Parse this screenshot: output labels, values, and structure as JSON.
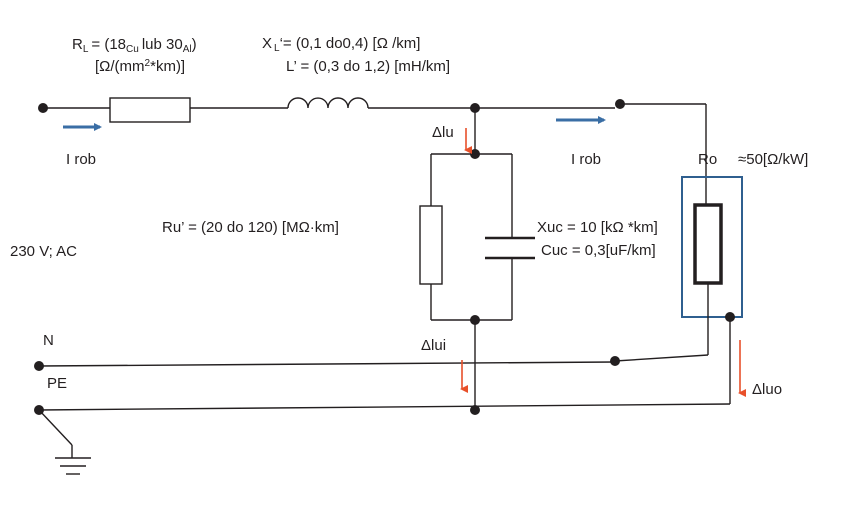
{
  "labels": {
    "rl_prefix": "R",
    "rl_sub": "L",
    "rl_mid": "= (18",
    "rl_cu": "Cu",
    "rl_lub": "lub 30",
    "rl_al": "Al",
    "rl_close": ")",
    "rl_unit_a": "[Ω/(mm",
    "rl_unit_sup": "2",
    "rl_unit_b": "*km)]",
    "xl_prefix": "X",
    "xl_sub": "L",
    "xl_rest": "‘= (0,1 do0,4) [Ω /km]",
    "lprime": "L’ = (0,3 do 1,2) [mH/km]",
    "irob_left": "I rob",
    "irob_right": "I rob",
    "delta_iu": "Δlu",
    "delta_iui": "Δlui",
    "delta_iuo": "Δluo",
    "ro": "Ro",
    "ro_value": "≈50[Ω/kW]",
    "ru": "Ru’ = (20 do 120)  [MΩ·km]",
    "xuc": "Xuc = 10 [kΩ *km]",
    "cuc": "Cuc = 0,3[uF/km]",
    "voltage": "230 V; AC",
    "n": "N",
    "pe": "PE"
  },
  "colors": {
    "wire": "#231f20",
    "current_arrow": "#3a6ea5",
    "delta_arrow": "#e8502a",
    "ro_box": "#2f5f8f"
  }
}
